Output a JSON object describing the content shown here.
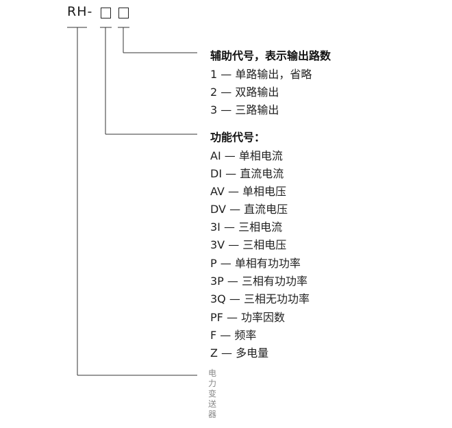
{
  "code": {
    "prefix": "RH-",
    "slot1": "",
    "slot2": ""
  },
  "aux": {
    "heading": "辅助代号，表示输出路数",
    "items": [
      "1 — 单路输出，省略",
      "2 — 双路输出",
      "3 — 三路输出"
    ]
  },
  "func": {
    "heading": "功能代号：",
    "items": [
      "AI — 单相电流",
      "DI — 直流电流",
      "AV — 单相电压",
      "DV — 直流电压",
      "3I — 三相电流",
      "3V — 三相电压",
      "P — 单相有功功率",
      "3P — 三相有功功率",
      "3Q — 三相无功功率",
      "PF — 功率因数",
      "F — 频率",
      "Z — 多电量"
    ]
  },
  "base": {
    "label": "电力变送器"
  }
}
